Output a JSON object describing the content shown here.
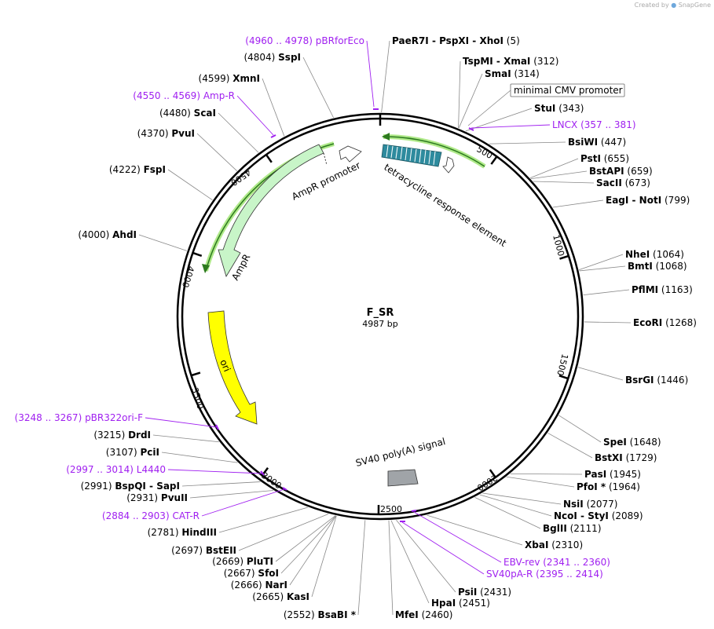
{
  "credit": {
    "created_by": "Created by",
    "brand": "SnapGene"
  },
  "plasmid": {
    "name": "F_SR",
    "length": 4987,
    "length_label": "4987 bp"
  },
  "colors": {
    "backbone": "#000000",
    "primer": "#a020f0",
    "ampr": "#c8f5c8",
    "ori": "#ffff00",
    "tre": "#2e8b9e",
    "polyA": "#a0a4a8",
    "promoter": "#ffffff",
    "highlight": "#9be36b"
  },
  "ticks": [
    "500",
    "1000",
    "1500",
    "2000",
    "2500",
    "3000",
    "3500",
    "4000",
    "4500"
  ],
  "enzymes": [
    {
      "label": "PaeR7I - PspXI - XhoI",
      "pos": "(5)"
    },
    {
      "label": "TspMI - XmaI",
      "pos": "(312)"
    },
    {
      "label": "SmaI",
      "pos": "(314)"
    },
    {
      "label": "StuI",
      "pos": "(343)"
    },
    {
      "label": "BsiWI",
      "pos": "(447)"
    },
    {
      "label": "PstI",
      "pos": "(655)"
    },
    {
      "label": "BstAPI",
      "pos": "(659)"
    },
    {
      "label": "SacII",
      "pos": "(673)"
    },
    {
      "label": "EagI - NotI",
      "pos": "(799)"
    },
    {
      "label": "NheI",
      "pos": "(1064)"
    },
    {
      "label": "BmtI",
      "pos": "(1068)"
    },
    {
      "label": "PflMI",
      "pos": "(1163)"
    },
    {
      "label": "EcoRI",
      "pos": "(1268)"
    },
    {
      "label": "BsrGI",
      "pos": "(1446)"
    },
    {
      "label": "SpeI",
      "pos": "(1648)"
    },
    {
      "label": "BstXI",
      "pos": "(1729)"
    },
    {
      "label": "PasI",
      "pos": "(1945)"
    },
    {
      "label": "PfoI *",
      "pos": "(1964)"
    },
    {
      "label": "NsiI",
      "pos": "(2077)"
    },
    {
      "label": "NcoI - StyI",
      "pos": "(2089)"
    },
    {
      "label": "BglII",
      "pos": "(2111)"
    },
    {
      "label": "XbaI",
      "pos": "(2310)"
    },
    {
      "label": "PsiI",
      "pos": "(2431)"
    },
    {
      "label": "HpaI",
      "pos": "(2451)"
    },
    {
      "label": "MfeI",
      "pos": "(2460)"
    },
    {
      "label": "BsaBI *",
      "pos": "(2552)"
    },
    {
      "label": "KasI",
      "pos": "(2665)"
    },
    {
      "label": "NarI",
      "pos": "(2666)"
    },
    {
      "label": "SfoI",
      "pos": "(2667)"
    },
    {
      "label": "PluTI",
      "pos": "(2669)"
    },
    {
      "label": "BstEII",
      "pos": "(2697)"
    },
    {
      "label": "HindIII",
      "pos": "(2781)"
    },
    {
      "label": "PvuII",
      "pos": "(2931)"
    },
    {
      "label": "BspQI - SapI",
      "pos": "(2991)"
    },
    {
      "label": "PciI",
      "pos": "(3107)"
    },
    {
      "label": "DrdI",
      "pos": "(3215)"
    },
    {
      "label": "AhdI",
      "pos": "(4000)"
    },
    {
      "label": "FspI",
      "pos": "(4222)"
    },
    {
      "label": "PvuI",
      "pos": "(4370)"
    },
    {
      "label": "ScaI",
      "pos": "(4480)"
    },
    {
      "label": "XmnI",
      "pos": "(4599)"
    },
    {
      "label": "SspI",
      "pos": "(4804)"
    }
  ],
  "primers": [
    {
      "label": "pBRforEco",
      "range": "(4960 .. 4978)"
    },
    {
      "label": "LNCX",
      "range": "(357 .. 381)"
    },
    {
      "label": "Amp-R",
      "range": "(4550 .. 4569)"
    },
    {
      "label": "pBR322ori-F",
      "range": "(3248 .. 3267)"
    },
    {
      "label": "L4440",
      "range": "(2997 .. 3014)"
    },
    {
      "label": "CAT-R",
      "range": "(2884 .. 2903)"
    },
    {
      "label": "EBV-rev",
      "range": "(2341 .. 2360)"
    },
    {
      "label": "SV40pA-R",
      "range": "(2395 .. 2414)"
    }
  ],
  "features": [
    {
      "label": "minimal CMV promoter"
    },
    {
      "label": "tetracycline response element"
    },
    {
      "label": "AmpR promoter"
    },
    {
      "label": "AmpR"
    },
    {
      "label": "ori"
    },
    {
      "label": "SV40 poly(A) signal"
    }
  ]
}
